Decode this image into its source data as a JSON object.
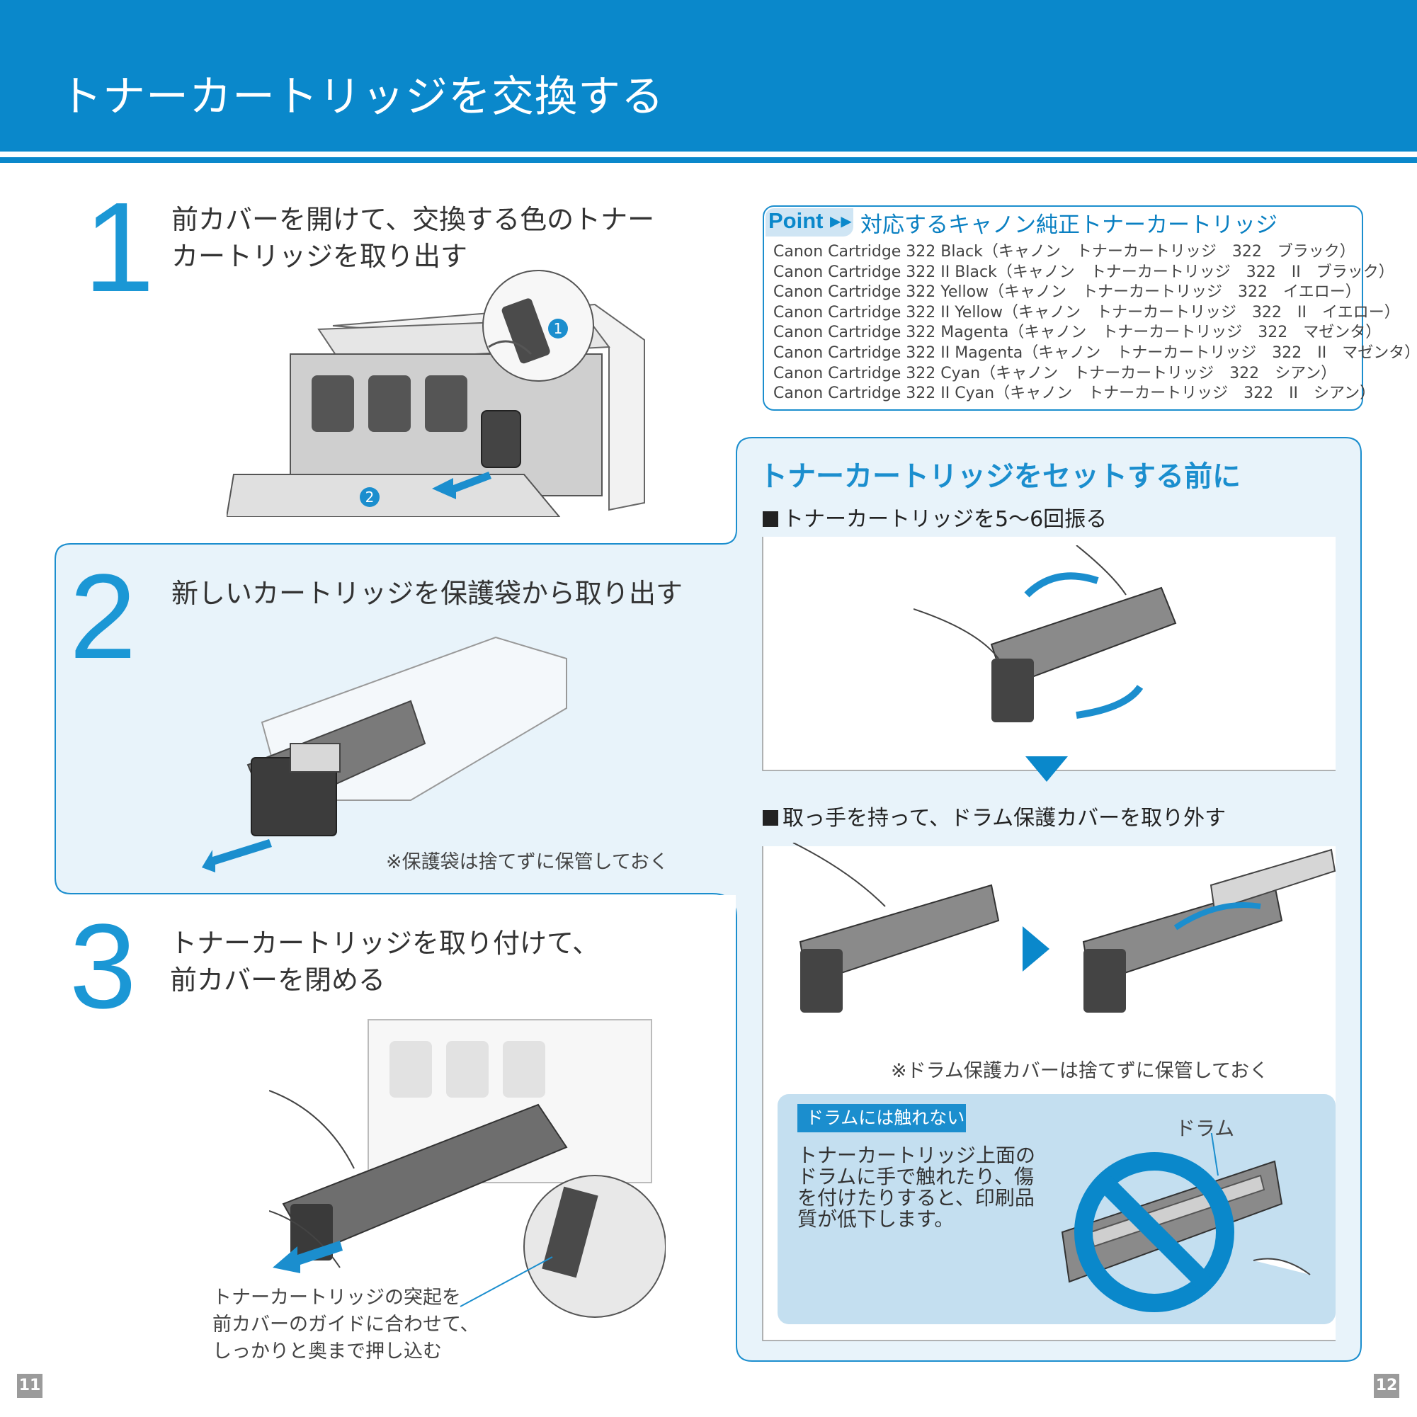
{
  "header": {
    "title": "トナーカートリッジを交換する"
  },
  "steps": [
    {
      "number": "1",
      "text_lines": [
        "前カバーを開けて、交換する色のトナー",
        "カートリッジを取り出す"
      ],
      "callouts": [
        "1",
        "2"
      ]
    },
    {
      "number": "2",
      "text_lines": [
        "新しいカートリッジを保護袋から取り出す"
      ],
      "note": "※保護袋は捨てずに保管しておく"
    },
    {
      "number": "3",
      "text_lines": [
        "トナーカートリッジを取り付けて、",
        "前カバーを閉める"
      ],
      "note_lines": [
        "トナーカートリッジの突起を",
        "前カバーのガイドに合わせて、",
        "しっかりと奥まで押し込む"
      ]
    }
  ],
  "point": {
    "badge": "Point",
    "heading": "対応するキャノン純正トナーカートリッジ",
    "items": [
      "Canon Cartridge 322 Black（キャノン　トナーカートリッジ　322　ブラック）",
      "Canon Cartridge 322 II Black（キャノン　トナーカートリッジ　322　II　ブラック）",
      "Canon Cartridge 322 Yellow（キャノン　トナーカートリッジ　322　イエロー）",
      "Canon Cartridge 322 II Yellow（キャノン　トナーカートリッジ　322　II　イエロー）",
      "Canon Cartridge 322 Magenta（キャノン　トナーカートリッジ　322　マゼンタ）",
      "Canon Cartridge 322 II Magenta（キャノン　トナーカートリッジ　322　II　マゼンタ）",
      "Canon Cartridge 322 Cyan（キャノン　トナーカートリッジ　322　シアン）",
      "Canon Cartridge 322 II Cyan（キャノン　トナーカートリッジ　322　II　シアン）"
    ]
  },
  "prep": {
    "title": "トナーカートリッジをセットする前に",
    "sub1": "トナーカートリッジを5〜6回振る",
    "sub2": "取っ手を持って、ドラム保護カバーを取り外す",
    "note": "※ドラム保護カバーは捨てずに保管しておく",
    "warning": {
      "label": "ドラムには触れない",
      "text": "トナーカートリッジ上面のドラムに手で触れたり、傷を付けたりすると、印刷品質が低下します。",
      "drum_label": "ドラム"
    }
  },
  "page_numbers": {
    "left": "11",
    "right": "12"
  },
  "colors": {
    "brand_blue": "#0a88cb",
    "panel_bg": "#e8f3fa",
    "warn_bg": "#c4dff0"
  }
}
